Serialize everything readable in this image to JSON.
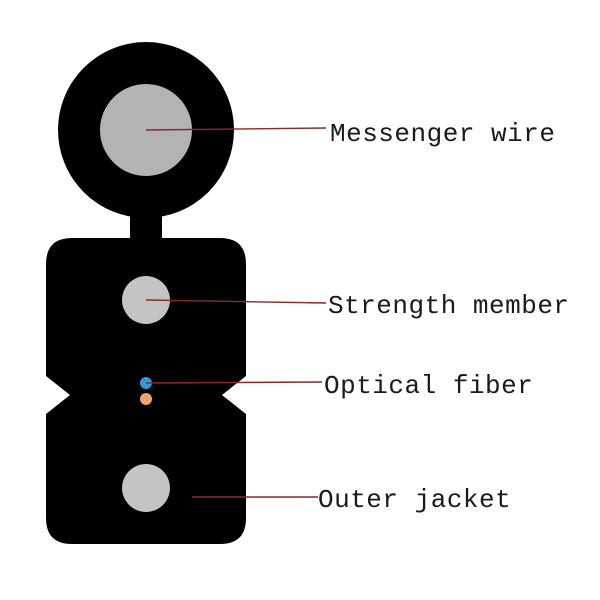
{
  "labels": {
    "messenger_wire": "Messenger wire",
    "strength_member": "Strength member",
    "optical_fiber": "Optical fiber",
    "outer_jacket": "Outer jacket"
  },
  "colors": {
    "jacket": "#000000",
    "wire_core": "#b3b3b3",
    "strength_core": "#c4c4c4",
    "fiber_blue": "#2e9bd6",
    "fiber_orange": "#f0a36b",
    "leader_line": "#8a2a2a",
    "background": "#ffffff"
  }
}
